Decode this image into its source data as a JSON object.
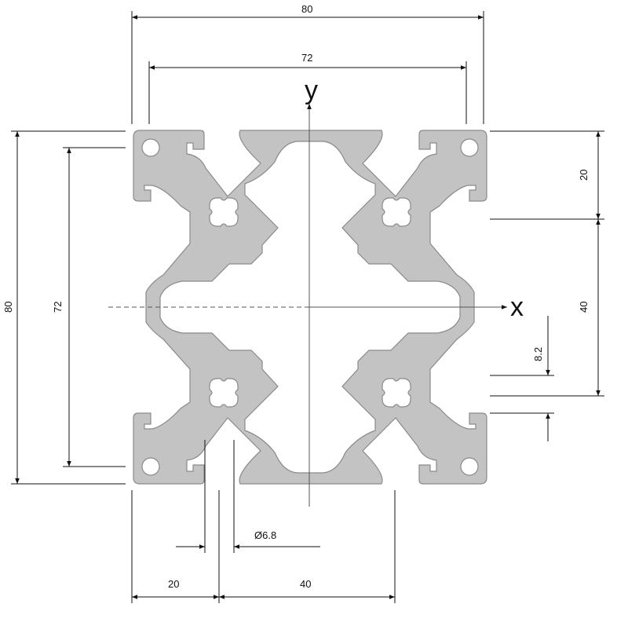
{
  "dimensions": {
    "top_width": "80",
    "top_inner_width": "72",
    "left_height": "80",
    "left_inner_height": "72",
    "right_top_offset": "20",
    "right_mid_spacing": "40",
    "slot_width": "8.2",
    "bore_diameter": "Ø6.8",
    "bottom_left_offset": "20",
    "bottom_spacing": "40"
  },
  "axes": {
    "y_label": "y",
    "x_label": "x"
  },
  "colors": {
    "profile_fill": "#c3c3c3",
    "profile_stroke": "#8a8a8a",
    "line": "#111111"
  }
}
